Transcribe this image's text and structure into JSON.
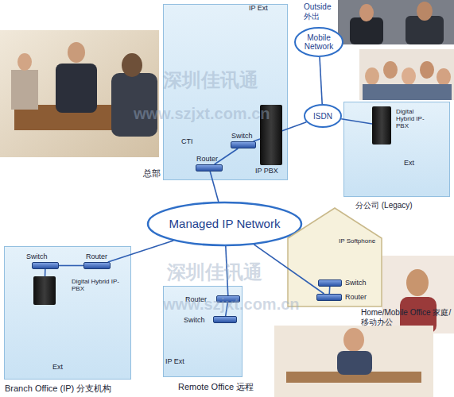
{
  "diagram": {
    "nodes": [
      {
        "text": [
          "总部"
        ]
      },
      {
        "text": [
          "IP PBX"
        ],
        "in": 0
      },
      {
        "text": [
          "Switch"
        ],
        "in": 0
      },
      {
        "text": [
          "Router"
        ],
        "in": 0
      },
      {
        "text": [
          "Outside 外出",
          "Mobile Network"
        ]
      },
      {
        "text": [
          "ISDN"
        ]
      },
      {
        "text": [
          "分公司 (Legacy)"
        ]
      },
      {
        "text": [
          "Digital Hybrid IP-PBX"
        ],
        "in": 6
      },
      {
        "text": [
          "Managed IP Network"
        ]
      },
      {
        "text": [
          "Branch Office (IP) 分支机构"
        ]
      },
      {
        "text": [
          "Switch"
        ],
        "in": 9
      },
      {
        "text": [
          "Router"
        ],
        "in": 9
      },
      {
        "text": [
          "Digital Hybrid IP-PBX"
        ],
        "in": 9
      },
      {
        "text": [
          "Remote Office 远程"
        ]
      },
      {
        "text": [
          "Router"
        ],
        "in": 13
      },
      {
        "text": [
          "Switch"
        ],
        "in": 13
      },
      {
        "text": [
          "Home/Mobile Office 家庭/移动办公"
        ]
      },
      {
        "text": [
          "Switch"
        ],
        "in": 16
      },
      {
        "text": [
          "Router"
        ],
        "in": 16
      }
    ],
    "edges": [
      {
        "from": 2,
        "to": 1,
        "arrow": "none"
      },
      {
        "from": 3,
        "to": 2,
        "arrow": "none"
      },
      {
        "from": 3,
        "to": 8,
        "arrow": "none"
      },
      {
        "from": 1,
        "to": 5,
        "arrow": "none"
      },
      {
        "from": 4,
        "to": 5,
        "arrow": "none"
      },
      {
        "from": 5,
        "to": 7,
        "arrow": "none"
      },
      {
        "from": 8,
        "to": 11,
        "arrow": "none"
      },
      {
        "from": 11,
        "to": 10,
        "arrow": "none"
      },
      {
        "from": 10,
        "to": 12,
        "arrow": "none"
      },
      {
        "from": 8,
        "to": 14,
        "arrow": "none"
      },
      {
        "from": 14,
        "to": 15,
        "arrow": "none"
      },
      {
        "from": 8,
        "to": 18,
        "arrow": "none"
      },
      {
        "from": 18,
        "to": 17,
        "arrow": "none"
      }
    ],
    "labels": [
      "IP Ext",
      "CTI",
      "Ext",
      "Ext",
      "IP Ext",
      "IP Softphone",
      "深圳佳讯通",
      "www.szjxt.com.cn",
      "深圳佳讯通",
      "www.szjxt.com.cn"
    ]
  }
}
